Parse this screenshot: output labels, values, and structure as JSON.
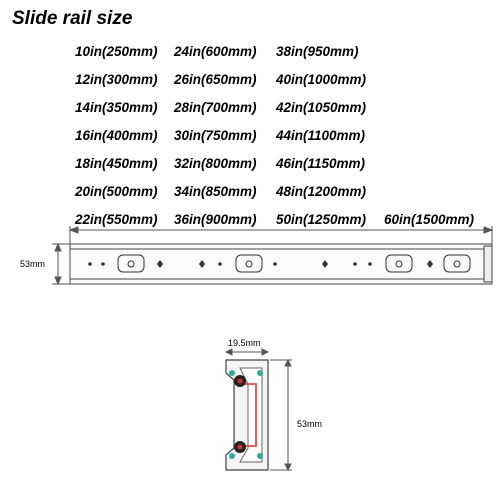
{
  "title": "Slide rail size",
  "sizes": {
    "col1": [
      "10in(250mm)",
      "12in(300mm)",
      "14in(350mm)",
      "16in(400mm)",
      "18in(450mm)",
      "20in(500mm)",
      "22in(550mm)"
    ],
    "col2": [
      "24in(600mm)",
      "26in(650mm)",
      "28in(700mm)",
      "30in(750mm)",
      "32in(800mm)",
      "34in(850mm)",
      "36in(900mm)"
    ],
    "col3": [
      "38in(950mm)",
      "40in(1000mm)",
      "42in(1050mm)",
      "44in(1100mm)",
      "46in(1150mm)",
      "48in(1200mm)",
      "50in(1250mm)"
    ],
    "extra": "60in(1500mm)"
  },
  "rail": {
    "height_label": "53mm"
  },
  "profile": {
    "width_label": "19.5mm",
    "height_label": "53mm"
  }
}
